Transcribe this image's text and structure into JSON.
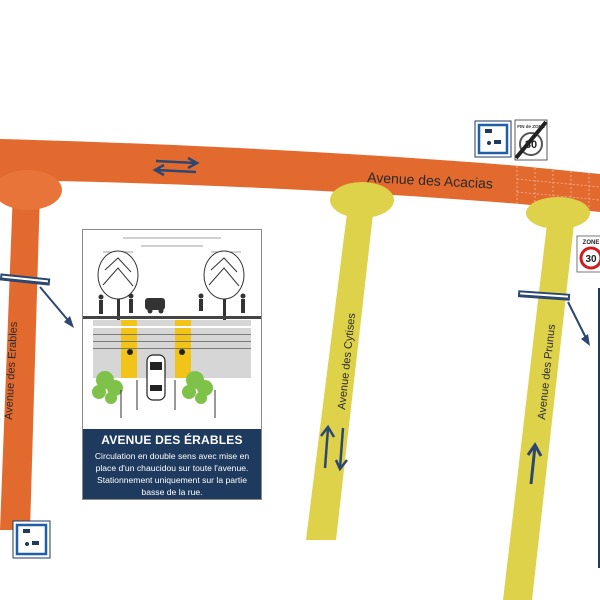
{
  "map": {
    "streets": {
      "acacias": "Avenue des Acacias",
      "erables": "Avenue des Erables",
      "cytises": "Avenue des Cytises",
      "prunus": "Avenue des Prunus"
    },
    "colors": {
      "orange_road": "#e36a2e",
      "yellow_road": "#ddd24a",
      "navy": "#1f3a5f",
      "arrow_blue": "#2d4770"
    },
    "signs": {
      "end_zone_top": "FIN de ZONE",
      "end_zone_speed": "30",
      "zone_top": "ZONE",
      "zone_speed": "30"
    }
  },
  "card": {
    "title": "AVENUE DES ÉRABLES",
    "body": "Circulation en double sens avec mise en place d'un chaucidou sur toute l'avenue. Stationnement uniquement sur la partie basse de la rue."
  }
}
